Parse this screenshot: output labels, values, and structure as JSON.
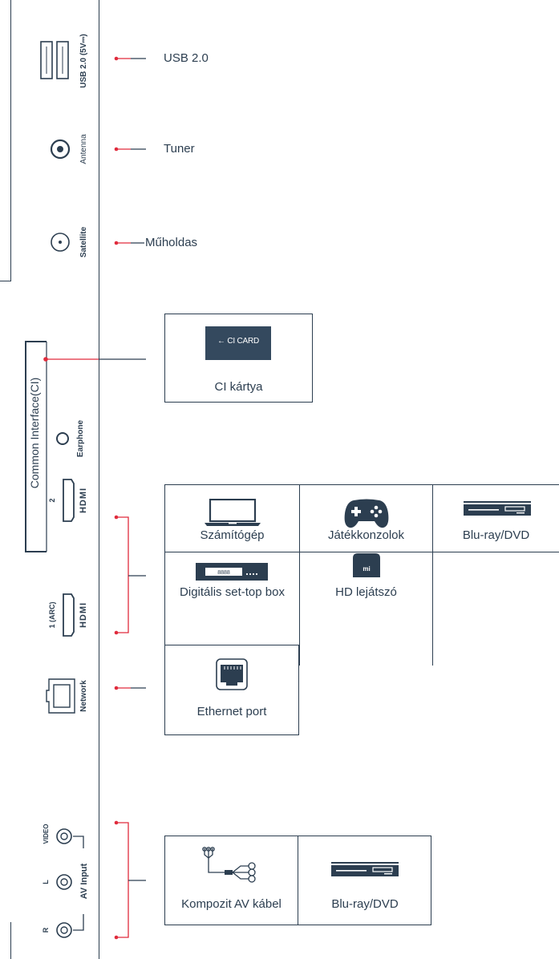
{
  "panel": {
    "usb_port_label": "USB 2.0 (5V⎓)",
    "antenna_port_label": "Antenna",
    "satellite_port_label": "Satellite",
    "ci_slot_label": "Common Interface(CI)",
    "earphone_port_label": "Earphone",
    "hdmi2_number": "2",
    "hdmi1_number": "1 (ARC)",
    "hdmi_logo": "HDMI",
    "network_port_label": "Network",
    "av_input_label": "AV Input",
    "av_video_label": "VIDEO",
    "av_l_label": "L",
    "av_r_label": "R"
  },
  "callouts": {
    "usb": "USB 2.0",
    "tuner": "Tuner",
    "satellite": "Műholdas"
  },
  "ci_box": {
    "card_text": "← CI CARD",
    "caption": "CI kártya"
  },
  "hdmi_grid": [
    {
      "caption": "Számítógép",
      "icon": "laptop-icon"
    },
    {
      "caption": "Játékkonzolok",
      "icon": "gamepad-icon"
    },
    {
      "caption": "Blu-ray/DVD",
      "icon": "bluray-player-icon"
    },
    {
      "caption": "Digitális set-top box",
      "icon": "set-top-box-icon",
      "display": "8888"
    },
    {
      "caption": "HD lejátszó",
      "icon": "mi-box-icon",
      "logo": "mi"
    }
  ],
  "network_box": {
    "caption": "Ethernet port",
    "icon": "ethernet-port-icon"
  },
  "av_grid": [
    {
      "caption": "Kompozit AV kábel",
      "icon": "composite-av-cable-icon"
    },
    {
      "caption": "Blu-ray/DVD",
      "icon": "bluray-player-icon"
    }
  ],
  "colors": {
    "line": "#2c3e50",
    "accent": "#e02b3c",
    "card": "#34495e"
  }
}
